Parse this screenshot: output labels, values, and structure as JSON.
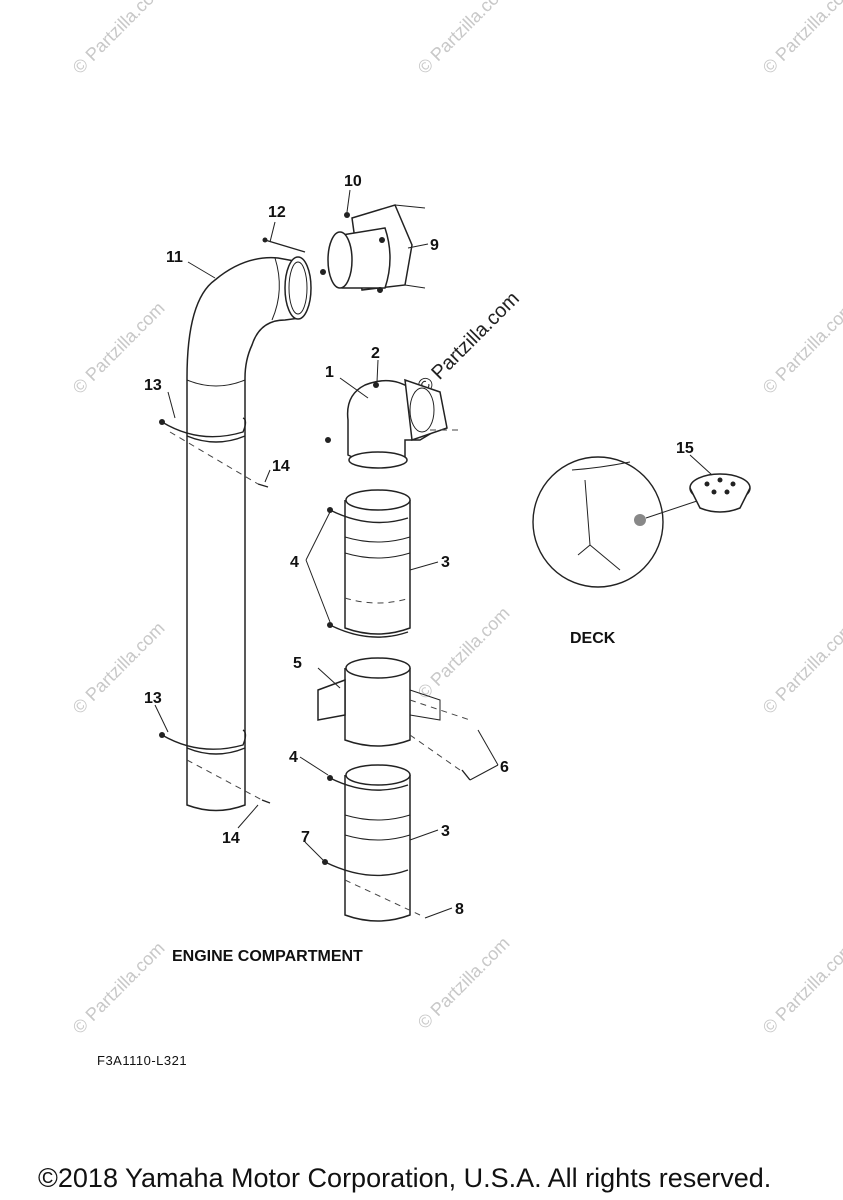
{
  "watermark": "© Partzilla.com",
  "watermark_center": "© Partzilla.com",
  "callouts": {
    "p1": "1",
    "p2": "2",
    "p3a": "3",
    "p3b": "3",
    "p4a": "4",
    "p4b": "4",
    "p5": "5",
    "p6": "6",
    "p7": "7",
    "p8": "8",
    "p9": "9",
    "p10": "10",
    "p11": "11",
    "p12": "12",
    "p13a": "13",
    "p13b": "13",
    "p14a": "14",
    "p14b": "14",
    "p15": "15"
  },
  "labels": {
    "deck": "DECK",
    "engine_compartment": "ENGINE COMPARTMENT",
    "figure_code": "F3A1110-L321"
  },
  "footer": {
    "copyright": "©2018 Yamaha Motor Corporation, U.S.A. All rights reserved."
  }
}
